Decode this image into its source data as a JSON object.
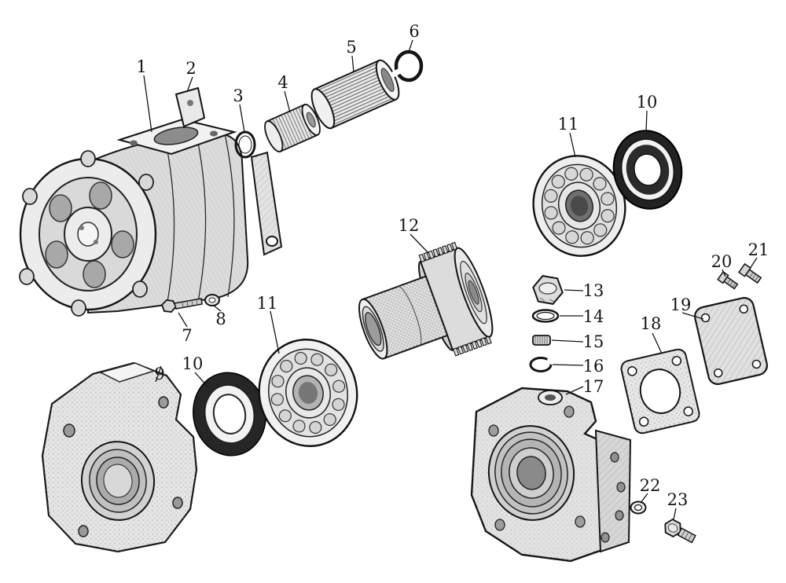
{
  "diagram": {
    "kind": "exploded-parts-diagram",
    "colors": {
      "ink": "#141414",
      "paper": "#ffffff"
    },
    "callouts": [
      {
        "label": "1"
      },
      {
        "label": "2"
      },
      {
        "label": "3"
      },
      {
        "label": "4"
      },
      {
        "label": "5"
      },
      {
        "label": "6"
      },
      {
        "label": "7"
      },
      {
        "label": "8"
      },
      {
        "label": "9"
      },
      {
        "label": "10"
      },
      {
        "label": "11"
      },
      {
        "label": "12"
      },
      {
        "label": "13"
      },
      {
        "label": "14"
      },
      {
        "label": "15"
      },
      {
        "label": "16"
      },
      {
        "label": "17"
      },
      {
        "label": "18"
      },
      {
        "label": "19"
      },
      {
        "label": "20"
      },
      {
        "label": "21"
      },
      {
        "label": "22"
      },
      {
        "label": "23"
      },
      {
        "label": "10"
      },
      {
        "label": "11"
      }
    ]
  }
}
